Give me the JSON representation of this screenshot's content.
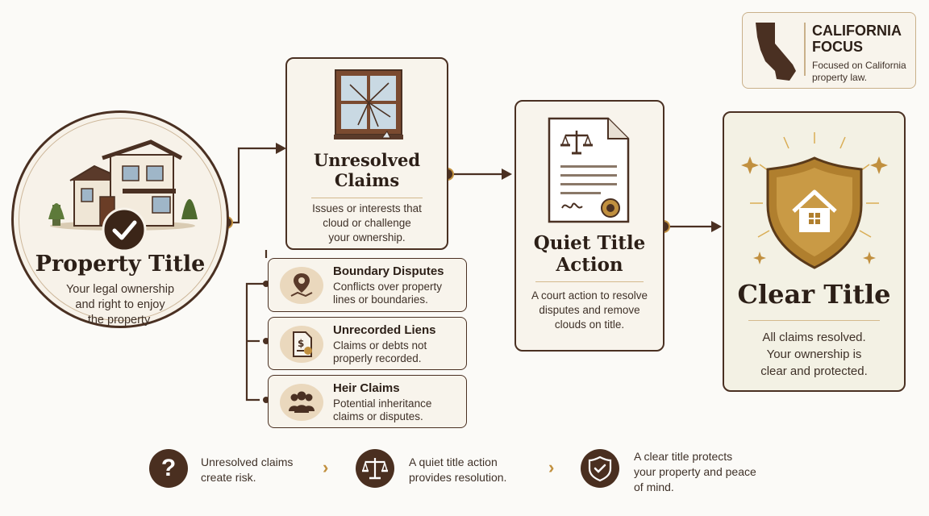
{
  "property": {
    "title": "Property Title",
    "desc_lines": [
      "Your legal ownership",
      "and right to enjoy",
      "the property."
    ]
  },
  "unresolved": {
    "title_lines": [
      "Unresolved",
      "Claims"
    ],
    "desc_lines": [
      "Issues or interests that",
      "cloud or challenge",
      "your ownership."
    ]
  },
  "sub_claims": [
    {
      "title": "Boundary Disputes",
      "desc_lines": [
        "Conflicts over property",
        "lines or boundaries."
      ],
      "icon": "map-pin-icon"
    },
    {
      "title": "Unrecorded Liens",
      "desc_lines": [
        "Claims or debts not",
        "properly recorded."
      ],
      "icon": "lien-document-icon"
    },
    {
      "title": "Heir Claims",
      "desc_lines": [
        "Potential inheritance",
        "claims or disputes."
      ],
      "icon": "heirs-group-icon"
    }
  ],
  "quiet": {
    "title_lines": [
      "Quiet Title",
      "Action"
    ],
    "desc_lines": [
      "A court action to resolve",
      "disputes and remove",
      "clouds on title."
    ]
  },
  "clear": {
    "title": "Clear Title",
    "desc_lines": [
      "All claims resolved.",
      "Your ownership is",
      "clear and protected."
    ]
  },
  "california": {
    "title_lines": [
      "CALIFORNIA",
      "FOCUS"
    ],
    "desc_lines": [
      "Focused on California",
      "property law."
    ]
  },
  "bottom": [
    {
      "icon": "question-icon",
      "lines": [
        "Unresolved claims",
        "create risk."
      ]
    },
    {
      "icon": "scales-icon",
      "lines": [
        "A quiet title action",
        "provides resolution."
      ]
    },
    {
      "icon": "shield-check-icon",
      "lines": [
        "A clear title protects",
        "your property and peace",
        "of mind."
      ]
    }
  ],
  "colors": {
    "brown": "#4a3022",
    "gold": "#c1903f",
    "cream": "#f8f4ec"
  }
}
